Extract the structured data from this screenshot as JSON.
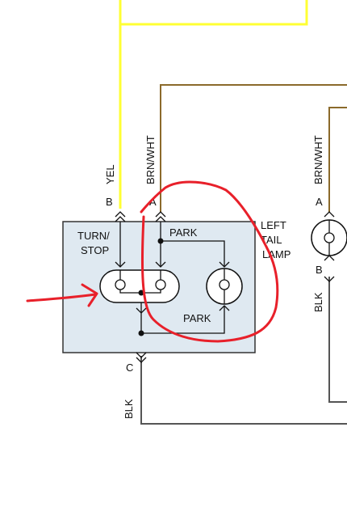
{
  "wires": {
    "yel": "YEL",
    "brn_wht_left": "BRN/WHT",
    "brn_wht_right": "BRN/WHT",
    "blk_left": "BLK",
    "blk_right": "BLK"
  },
  "pins": {
    "b_left": "B",
    "a_left": "A",
    "c_left": "C",
    "a_right": "A",
    "b_right": "B"
  },
  "labels": {
    "turn": "TURN/",
    "stop": "STOP",
    "park_top": "PARK",
    "park_bottom": "PARK",
    "left": "LEFT",
    "tail": "TAIL",
    "lamp": "LAMP"
  },
  "colors": {
    "yel_wire": "#ffff33",
    "brn_wire": "#8b6a2b",
    "blk_wire": "#555555",
    "box_fill": "#dfe9f1",
    "annotation": "#e8202a"
  }
}
